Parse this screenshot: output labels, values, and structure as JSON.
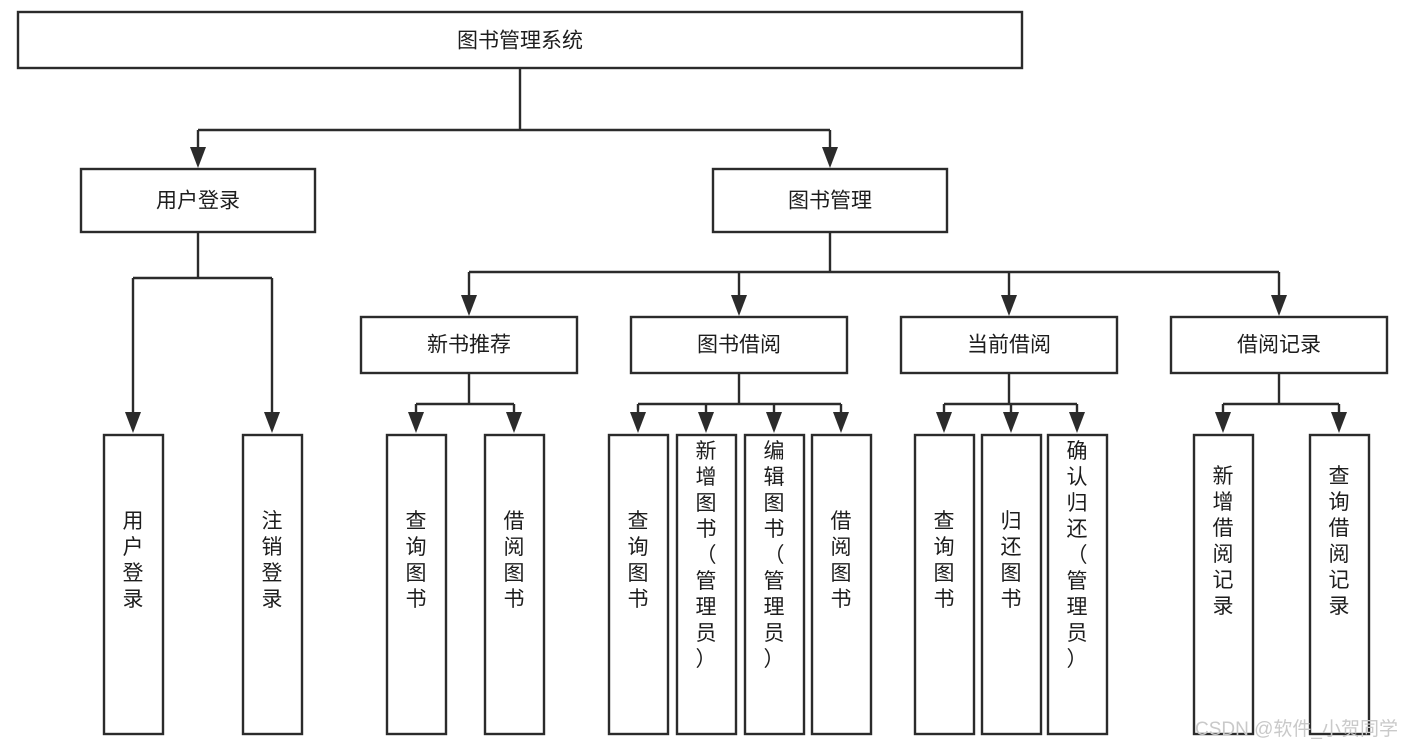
{
  "diagram": {
    "type": "tree-hierarchy",
    "title": "图书管理系统",
    "watermark": "CSDN @软件_小贺同学",
    "colors": {
      "stroke": "#2b2b2b",
      "fill": "#ffffff",
      "text": "#1d1d1d",
      "watermark": "#c9c9c9",
      "background": "#ffffff"
    },
    "levels": {
      "root": {
        "label": "图书管理系统"
      },
      "level2": [
        {
          "id": "user-login",
          "label": "用户登录"
        },
        {
          "id": "book-management",
          "label": "图书管理"
        }
      ],
      "level3": [
        {
          "id": "new-book-recommend",
          "label": "新书推荐",
          "parent": "book-management"
        },
        {
          "id": "book-borrow",
          "label": "图书借阅",
          "parent": "book-management"
        },
        {
          "id": "current-borrow",
          "label": "当前借阅",
          "parent": "book-management"
        },
        {
          "id": "borrow-record",
          "label": "借阅记录",
          "parent": "book-management"
        }
      ],
      "leaves": [
        {
          "id": "leaf-user-login",
          "label": "用户登录",
          "parent": "user-login"
        },
        {
          "id": "leaf-user-logout",
          "label": "注销登录",
          "parent": "user-login"
        },
        {
          "id": "leaf-query-book-1",
          "label": "查询图书",
          "parent": "new-book-recommend"
        },
        {
          "id": "leaf-borrow-book-1",
          "label": "借阅图书",
          "parent": "new-book-recommend"
        },
        {
          "id": "leaf-query-book-2",
          "label": "查询图书",
          "parent": "book-borrow"
        },
        {
          "id": "leaf-add-book",
          "label": "新增图书（管理员）",
          "parent": "book-borrow"
        },
        {
          "id": "leaf-edit-book",
          "label": "编辑图书（管理员）",
          "parent": "book-borrow"
        },
        {
          "id": "leaf-borrow-book-2",
          "label": "借阅图书",
          "parent": "book-borrow"
        },
        {
          "id": "leaf-query-book-3",
          "label": "查询图书",
          "parent": "current-borrow"
        },
        {
          "id": "leaf-return-book",
          "label": "归还图书",
          "parent": "current-borrow"
        },
        {
          "id": "leaf-confirm-return",
          "label": "确认归还（管理员）",
          "parent": "current-borrow"
        },
        {
          "id": "leaf-add-record",
          "label": "新增借阅记录",
          "parent": "borrow-record"
        },
        {
          "id": "leaf-query-record",
          "label": "查询借阅记录",
          "parent": "borrow-record"
        }
      ]
    }
  }
}
